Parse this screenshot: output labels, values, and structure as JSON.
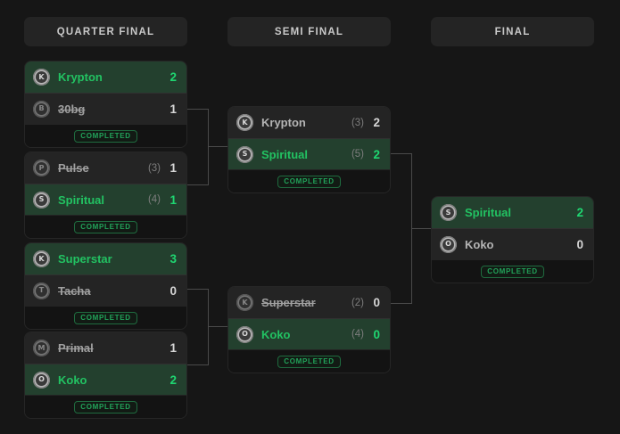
{
  "rounds": [
    {
      "label": "QUARTER FINAL"
    },
    {
      "label": "SEMI FINAL"
    },
    {
      "label": "FINAL"
    }
  ],
  "status_label": "COMPLETED",
  "colors": {
    "page_background": "#161616",
    "card_background": "#1a1a1a",
    "row_background": "#262626",
    "winner_row_background": "#23402e",
    "winner_text": "#22c262",
    "winner_score": "#1fd671",
    "loser_text": "#a0a0a0",
    "header_pill": "#242424",
    "header_text": "#c9c9c9",
    "connector_line": "#4a4a4a",
    "badge_text": "#22a35a",
    "badge_border": "#1f6b3f"
  },
  "matches": {
    "qf1": {
      "status": "COMPLETED",
      "teams": [
        {
          "name": "Krypton",
          "seed": "",
          "score": "2",
          "logo": "krypton-logo",
          "result": "winner"
        },
        {
          "name": "30bg",
          "seed": "",
          "score": "1",
          "logo": "30bg-logo",
          "result": "loser"
        }
      ]
    },
    "qf2": {
      "status": "COMPLETED",
      "teams": [
        {
          "name": "Pulse",
          "seed": "(3)",
          "score": "1",
          "logo": "pulse-logo",
          "result": "loser"
        },
        {
          "name": "Spiritual",
          "seed": "(4)",
          "score": "1",
          "logo": "spiritual-logo",
          "result": "winner"
        }
      ]
    },
    "qf3": {
      "status": "COMPLETED",
      "teams": [
        {
          "name": "Superstar",
          "seed": "",
          "score": "3",
          "logo": "superstar-logo",
          "result": "winner"
        },
        {
          "name": "Tacha",
          "seed": "",
          "score": "0",
          "logo": "tacha-logo",
          "result": "loser"
        }
      ]
    },
    "qf4": {
      "status": "COMPLETED",
      "teams": [
        {
          "name": "Primal",
          "seed": "",
          "score": "1",
          "logo": "primal-logo",
          "result": "loser"
        },
        {
          "name": "Koko",
          "seed": "",
          "score": "2",
          "logo": "koko-logo",
          "result": "winner"
        }
      ]
    },
    "sf1": {
      "status": "COMPLETED",
      "teams": [
        {
          "name": "Krypton",
          "seed": "(3)",
          "score": "2",
          "logo": "krypton-logo",
          "result": "loser-nostrike"
        },
        {
          "name": "Spiritual",
          "seed": "(5)",
          "score": "2",
          "logo": "spiritual-logo",
          "result": "winner"
        }
      ]
    },
    "sf2": {
      "status": "COMPLETED",
      "teams": [
        {
          "name": "Superstar",
          "seed": "(2)",
          "score": "0",
          "logo": "superstar-logo",
          "result": "loser"
        },
        {
          "name": "Koko",
          "seed": "(4)",
          "score": "0",
          "logo": "koko-logo",
          "result": "winner"
        }
      ]
    },
    "final": {
      "status": "COMPLETED",
      "teams": [
        {
          "name": "Spiritual",
          "seed": "",
          "score": "2",
          "logo": "spiritual-logo",
          "result": "winner"
        },
        {
          "name": "Koko",
          "seed": "",
          "score": "0",
          "logo": "koko-logo",
          "result": "loser-nostrike"
        }
      ]
    }
  },
  "logo_glyphs": {
    "krypton-logo": "K",
    "30bg-logo": "B",
    "pulse-logo": "P",
    "spiritual-logo": "S",
    "superstar-logo": "K",
    "tacha-logo": "T",
    "primal-logo": "M",
    "koko-logo": "O"
  }
}
